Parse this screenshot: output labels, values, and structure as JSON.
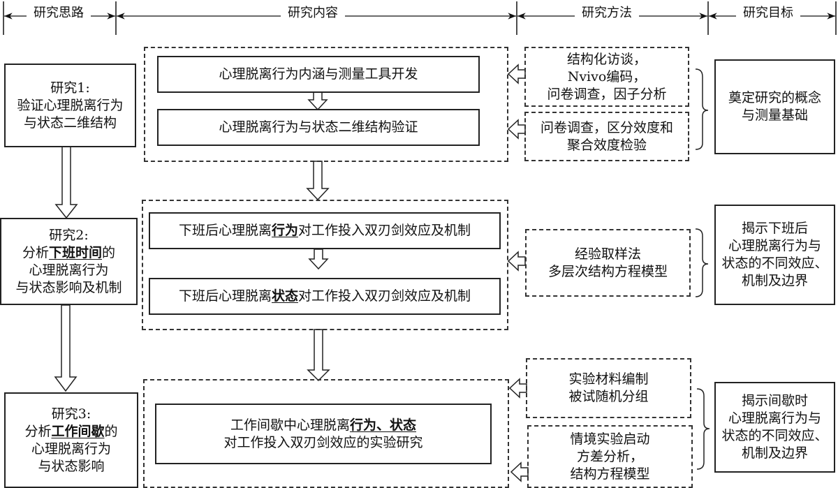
{
  "header": {
    "columns": [
      {
        "label": "研究思路"
      },
      {
        "label": "研究内容"
      },
      {
        "label": "研究方法"
      },
      {
        "label": "研究目标"
      }
    ]
  },
  "studies": [
    {
      "title": "研究1:",
      "lines": [
        "验证心理脱离行为",
        "与状态二维结构"
      ]
    },
    {
      "title": "研究2:",
      "line1_pre": "分析",
      "line1_em": "下班时间",
      "line1_post": "的",
      "lines": [
        "心理脱离行为",
        "与状态影响及机制"
      ]
    },
    {
      "title": "研究3:",
      "line1_pre": "分析",
      "line1_em": "工作间歇",
      "line1_post": "的",
      "lines": [
        "心理脱离行为",
        "与状态影响"
      ]
    }
  ],
  "content": {
    "group1": [
      "心理脱离行为内涵与测量工具开发",
      "心理脱离行为与状态二维结构验证"
    ],
    "group2": [
      {
        "pre": "下班后心理脱离",
        "em": "行为",
        "post": "对工作投入双刃剑效应及机制"
      },
      {
        "pre": "下班后心理脱离",
        "em": "状态",
        "post": "对工作投入双刃剑效应及机制"
      }
    ],
    "group3": {
      "line1_pre": "工作间歇中心理脱离",
      "line1_em": "行为、状态",
      "line2": "对工作投入双刃剑效应的实验研究"
    }
  },
  "methods": {
    "m1": [
      "结构化访谈，",
      "Nvivo编码，",
      "问卷调查，因子分析"
    ],
    "m2": [
      "问卷调查，区分效度和",
      "聚合效度检验"
    ],
    "m3": [
      "经验取样法",
      "多层次结构方程模型"
    ],
    "m4": [
      "实验材料编制",
      "被试随机分组"
    ],
    "m5": [
      "情境实验启动",
      "方差分析，",
      "结构方程模型"
    ]
  },
  "goals": {
    "g1": [
      "奠定研究的概念",
      "与测量基础"
    ],
    "g2": [
      "揭示下班后",
      "心理脱离行为与",
      "状态的不同效应、",
      "机制及边界"
    ],
    "g3": [
      "揭示间歇时",
      "心理脱离行为与",
      "状态的不同效应、",
      "机制及边界"
    ]
  }
}
